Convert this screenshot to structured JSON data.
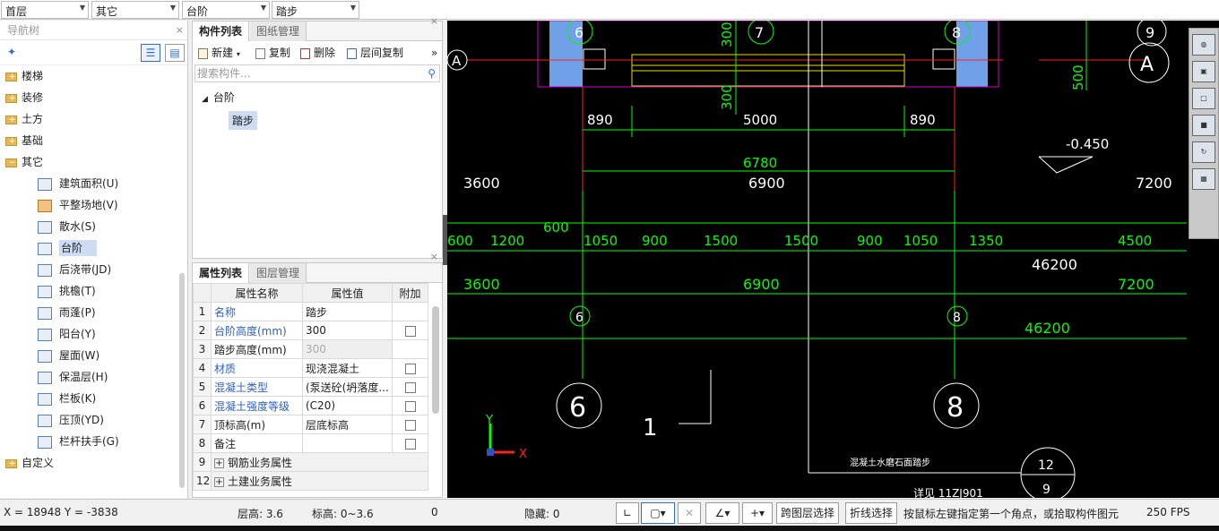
{
  "topbar": {
    "floor": "首层",
    "category": "其它",
    "component_type": "台阶",
    "component": "踏步"
  },
  "nav": {
    "title": "导航树",
    "close": "×",
    "folders_top": [
      "楼梯",
      "装修",
      "土方",
      "基础",
      "其它"
    ],
    "children": [
      {
        "label": "建筑面积(U)"
      },
      {
        "label": "平整场地(V)"
      },
      {
        "label": "散水(S)"
      },
      {
        "label": "台阶"
      },
      {
        "label": "后浇带(JD)"
      },
      {
        "label": "挑檐(T)"
      },
      {
        "label": "雨蓬(P)"
      },
      {
        "label": "阳台(Y)"
      },
      {
        "label": "屋面(W)"
      },
      {
        "label": "保温层(H)"
      },
      {
        "label": "栏板(K)"
      },
      {
        "label": "压顶(YD)"
      },
      {
        "label": "栏杆扶手(G)"
      }
    ],
    "folder_bottom": "自定义"
  },
  "components_panel": {
    "tab_active": "构件列表",
    "tab_inactive": "图纸管理",
    "new": "新建",
    "copy": "复制",
    "delete": "删除",
    "floor_copy": "层间复制",
    "more": "»",
    "search_placeholder": "搜索构件...",
    "tree_parent": "台阶",
    "tree_child": "踏步",
    "close": "×"
  },
  "props_panel": {
    "tab_active": "属性列表",
    "tab_inactive": "图层管理",
    "close": "×",
    "headers": [
      "属性名称",
      "属性值",
      "附加"
    ],
    "rows": [
      {
        "num": "1",
        "name": "名称",
        "value": "踏步"
      },
      {
        "num": "2",
        "name": "台阶高度(mm)",
        "value": "300"
      },
      {
        "num": "3",
        "name": "踏步高度(mm)",
        "value": "300"
      },
      {
        "num": "4",
        "name": "材质",
        "value": "现浇混凝土"
      },
      {
        "num": "5",
        "name": "混凝土类型",
        "value": "(泵送砼(坍落度..."
      },
      {
        "num": "6",
        "name": "混凝土强度等级",
        "value": "(C20)"
      },
      {
        "num": "7",
        "name": "顶标高(m)",
        "value": "层底标高"
      },
      {
        "num": "8",
        "name": "备注",
        "value": ""
      },
      {
        "num": "9",
        "name": "钢筋业务属性",
        "value": ""
      },
      {
        "num": "12",
        "name": "土建业务属性",
        "value": ""
      }
    ]
  },
  "cad": {
    "labels": {
      "a_left": "A",
      "a_right": "A",
      "axis_6_top": "6",
      "axis_7_top": "7",
      "axis_8_top": "8",
      "axis_9_top": "9",
      "dim_300_a": "300",
      "dim_300_b": "300",
      "dim_500": "500",
      "dim_890_l": "890",
      "dim_5000": "5000",
      "dim_890_r": "890",
      "dim_6780": "6780",
      "elev": "-0.450",
      "w3600": "3600",
      "w6900": "6900",
      "w7200": "7200",
      "g600": "600",
      "g600b": "600",
      "g1200": "1200",
      "g1050a": "1050",
      "g900a": "900",
      "g1500a": "1500",
      "g1500b": "1500",
      "g900b": "900",
      "g1050b": "1050",
      "g1350": "1350",
      "g4500": "4500",
      "total_w": "46200",
      "g3600": "3600",
      "g6900": "6900",
      "g7200": "7200",
      "axis_6_mid": "6",
      "axis_8_mid": "8",
      "total_g": "46200",
      "axis_6_big": "6",
      "axis_8_big": "8",
      "one": "1",
      "note": "混凝土水磨石面踏步",
      "detail_top": "12",
      "detail_bot": "9",
      "ref": "详见   11ZJ901",
      "ucs_y": "Y",
      "ucs_x": "X"
    },
    "colors": {
      "green": "#00ff00",
      "white": "#ffffff",
      "red": "#ff2020",
      "magenta": "#d000d0",
      "yellow": "#e8e000",
      "blue": "#6fa0e8"
    }
  },
  "status": {
    "coords": "X = 18948 Y = -3838",
    "floor_height": "层高:  3.6",
    "elevation": "标高:  0~3.6",
    "zero": "0",
    "hidden": "隐藏:  0",
    "cross_layer": "跨图层选择",
    "polyline": "折线选择",
    "hint": "按鼠标左键指定第一个角点，或拾取构件图元",
    "fps": "250 FPS"
  }
}
